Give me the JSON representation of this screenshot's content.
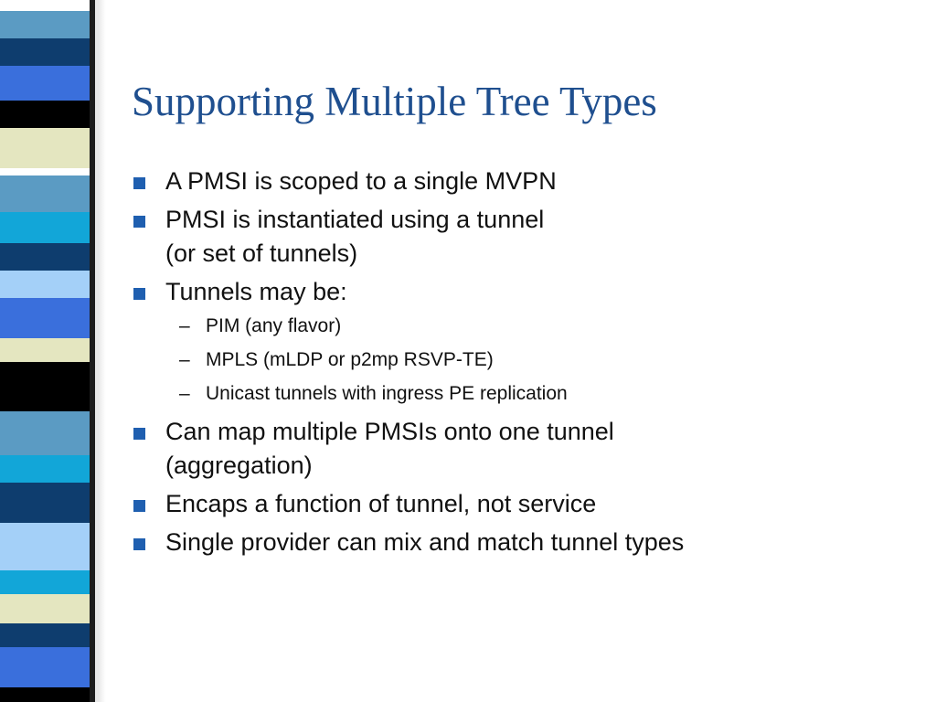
{
  "slide": {
    "title": "Supporting Multiple Tree Types",
    "colors": {
      "title": "#1f4f8f",
      "bullet": "#1f5fb0",
      "text": "#111111"
    },
    "stripe_colors": [
      "#ffffff",
      "#5b9bc3",
      "#0e3d6e",
      "#3a6fdc",
      "#000000",
      "#e4e6c0",
      "#ffffff",
      "#5b9bc3",
      "#12a6d8",
      "#0e3d6e",
      "#a4d0f8",
      "#3a6fdc",
      "#e4e6c0",
      "#000000",
      "#5b9bc3",
      "#12a6d8",
      "#0e3d6e",
      "#a4d0f8",
      "#12a6d8",
      "#e4e6c0",
      "#0e3d6e",
      "#3a6fdc",
      "#000000"
    ],
    "bullets": [
      {
        "level": 1,
        "lines": [
          "A PMSI is scoped to a single MVPN"
        ]
      },
      {
        "level": 1,
        "lines": [
          "PMSI is instantiated using a tunnel",
          "(or set of tunnels)"
        ]
      },
      {
        "level": 1,
        "lines": [
          "Tunnels may be:"
        ]
      },
      {
        "level": 2,
        "lines": [
          "PIM (any flavor)"
        ]
      },
      {
        "level": 2,
        "lines": [
          "MPLS (mLDP or p2mp RSVP-TE)"
        ]
      },
      {
        "level": 2,
        "lines": [
          "Unicast tunnels with ingress PE replication"
        ]
      },
      {
        "level": 1,
        "lines": [
          "Can map multiple PMSIs onto one tunnel",
          "(aggregation)"
        ]
      },
      {
        "level": 1,
        "lines": [
          "Encaps a function of tunnel, not service"
        ]
      },
      {
        "level": 1,
        "lines": [
          "Single provider can mix and match tunnel types"
        ]
      }
    ],
    "sub_bullet_glyph": "–"
  }
}
